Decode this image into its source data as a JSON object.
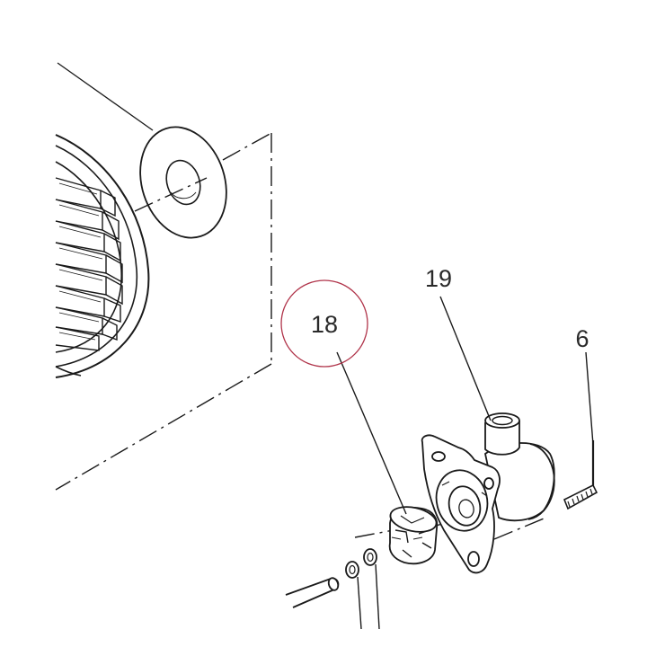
{
  "diagram": {
    "callouts": [
      {
        "id": "18",
        "label": "18",
        "highlighted": true
      },
      {
        "id": "19",
        "label": "19",
        "highlighted": false
      },
      {
        "id": "6",
        "label": "6",
        "highlighted": false
      }
    ]
  },
  "colors": {
    "line": "#1a1a1a",
    "highlight_ring": "#b0344a",
    "background": "#ffffff"
  }
}
